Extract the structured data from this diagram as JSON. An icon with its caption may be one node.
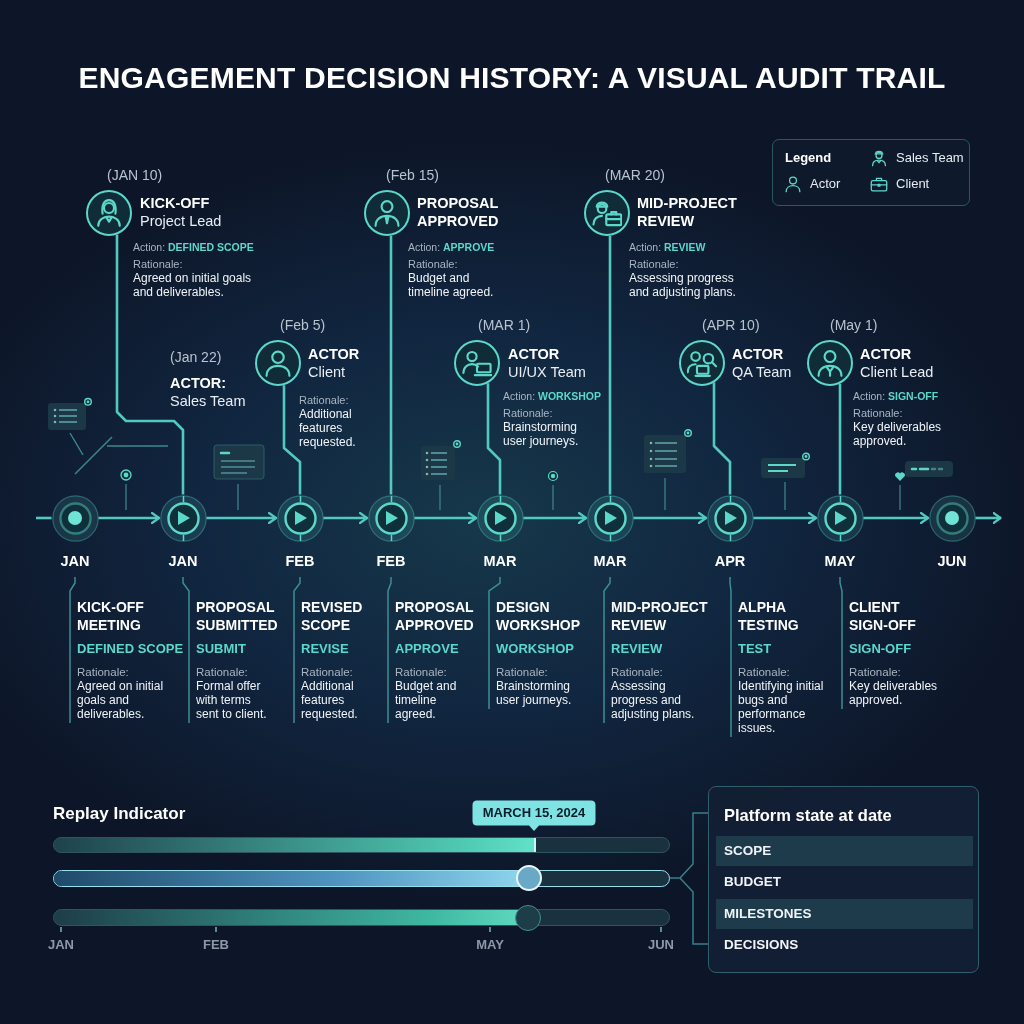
{
  "diagram": {
    "title": "ENGAGEMENT DECISION HISTORY: A VISUAL AUDIT TRAIL",
    "nodes": [
      {
        "text": [],
        "shape": "circle",
        "beside": [
          "(JAN 10)",
          "KICK-OFF",
          "Project Lead",
          "Action: **DEFINED SCOPE**",
          "Rationale:",
          "Agreed on initial goals and deliverables."
        ]
      },
      {
        "text": [],
        "shape": "circle",
        "beside": [
          "(Feb 5)",
          "ACTOR",
          "Client",
          "Rationale:",
          "Additional features requested."
        ]
      },
      {
        "text": [],
        "shape": "circle",
        "beside": [
          "(Feb 15)",
          "PROPOSAL APPROVED",
          "Action: **APPROVE**",
          "Rationale:",
          "Budget and timeline agreed."
        ]
      },
      {
        "text": [],
        "shape": "circle",
        "beside": [
          "(MAR 1)",
          "ACTOR",
          "UI/UX Team",
          "Action: **WORKSHOP**",
          "Rationale:",
          "Brainstorming user journeys."
        ]
      },
      {
        "text": [],
        "shape": "circle",
        "beside": [
          "(MAR 20)",
          "MID-PROJECT REVIEW",
          "Action: **REVIEW**",
          "Rationale:",
          "Assessing progress and adjusting plans."
        ]
      },
      {
        "text": [],
        "shape": "circle",
        "beside": [
          "(APR 10)",
          "ACTOR",
          "QA Team"
        ]
      },
      {
        "text": [],
        "shape": "circle",
        "beside": [
          "(May 1)",
          "ACTOR",
          "Client Lead",
          "Action: **SIGN-OFF**",
          "Rationale:",
          "Key deliverables approved."
        ]
      },
      {
        "text": [],
        "shape": "circle",
        "beside": [
          "JAN",
          "KICK-OFF MEETING",
          "DEFINED SCOPE",
          "Rationale:",
          "Agreed on initial goals and deliverables."
        ]
      },
      {
        "text": [],
        "shape": "circle",
        "beside": [
          "JAN",
          "PROPOSAL SUBMITTED",
          "SUBMIT",
          "Rationale:",
          "Formal offer with terms sent to client."
        ]
      },
      {
        "text": [],
        "shape": "circle",
        "beside": [
          "FEB",
          "REVISED SCOPE",
          "REVISE",
          "Rationale:",
          "Additional features requested."
        ]
      },
      {
        "text": [],
        "shape": "circle",
        "beside": [
          "FEB",
          "PROPOSAL APPROVED",
          "APPROVE",
          "Rationale:",
          "Budget and timeline agreed."
        ]
      },
      {
        "text": [],
        "shape": "circle",
        "beside": [
          "MAR",
          "DESIGN WORKSHOP",
          "WORKSHOP",
          "Rationale:",
          "Brainstorming user journeys."
        ]
      },
      {
        "text": [],
        "shape": "circle",
        "beside": [
          "MAR",
          "MID-PROJECT REVIEW",
          "REVIEW",
          "Rationale:",
          "Assessing progress and adjusting plans."
        ]
      },
      {
        "text": [],
        "shape": "circle",
        "beside": [
          "APR",
          "ALPHA TESTING",
          "TEST",
          "Rationale:",
          "Identifying initial bugs and performance issues."
        ]
      },
      {
        "text": [],
        "shape": "circle",
        "beside": [
          "MAY",
          "CLIENT SIGN-OFF",
          "SIGN-OFF",
          "Rationale:",
          "Key deliverables approved."
        ]
      },
      {
        "text": [],
        "shape": "circle",
        "beside": [
          "JUN"
        ]
      },
      {
        "text": [
          "Platform state at date",
          "SCOPE",
          "BUDGET",
          "MILESTONES",
          "DECISIONS"
        ]
      }
    ],
    "edges": [
      {
        "from": 0,
        "to": 8,
        "arrow": "none"
      },
      {
        "from": 1,
        "to": 9,
        "arrow": "none"
      },
      {
        "from": 2,
        "to": 10,
        "arrow": "none"
      },
      {
        "from": 3,
        "to": 11,
        "arrow": "none"
      },
      {
        "from": 4,
        "to": 12,
        "arrow": "none"
      },
      {
        "from": 5,
        "to": 13,
        "arrow": "none"
      },
      {
        "from": 6,
        "to": 14,
        "arrow": "none"
      },
      {
        "from": null,
        "to": 7,
        "arrow": "none"
      },
      {
        "from": 7,
        "to": 8,
        "arrow": "to"
      },
      {
        "from": 8,
        "to": 9,
        "arrow": "to"
      },
      {
        "from": 9,
        "to": 10,
        "arrow": "to"
      },
      {
        "from": 10,
        "to": 11,
        "arrow": "to"
      },
      {
        "from": 11,
        "to": 12,
        "arrow": "to"
      },
      {
        "from": 12,
        "to": 13,
        "arrow": "to"
      },
      {
        "from": 13,
        "to": 14,
        "arrow": "to"
      },
      {
        "from": 14,
        "to": 15,
        "arrow": "to"
      },
      {
        "from": 15,
        "to": null,
        "arrow": "to"
      }
    ],
    "labels": [
      "Legend",
      "(Jan 22)",
      "ACTOR:",
      "Sales Team",
      "Replay Indicator",
      "MARCH 15, 2024",
      "JAN",
      "FEB",
      "MAY",
      "JUN"
    ],
    "legend": [
      {
        "text": "Sales Team"
      },
      {
        "text": "Actor"
      },
      {
        "text": "Client"
      }
    ]
  }
}
